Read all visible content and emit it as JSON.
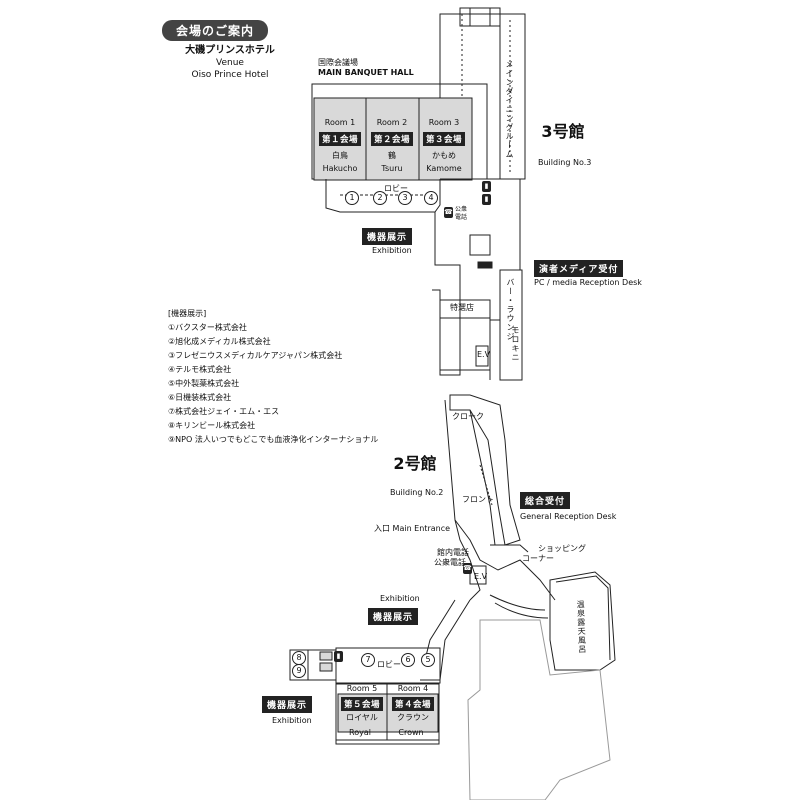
{
  "header": {
    "title": "会場のご案内"
  },
  "venue": {
    "name_jp": "大磯プリンスホテル",
    "name_en1": "Venue",
    "name_en2": "Oiso Prince Hotel"
  },
  "hall": {
    "jp": "国際会議場",
    "en": "MAIN BANQUET HALL"
  },
  "building3": {
    "label": "3号館",
    "en": "Building No.3",
    "dining": "メインダイニングルーム"
  },
  "building2": {
    "label": "2号館",
    "en": "Building No.2"
  },
  "rooms_upper": [
    {
      "room": "Room 1",
      "label": "第１会場",
      "jp": "白鳥",
      "en": "Hakucho"
    },
    {
      "room": "Room 2",
      "label": "第２会場",
      "jp": "鶴",
      "en": "Tsuru"
    },
    {
      "room": "Room 3",
      "label": "第３会場",
      "jp": "かもめ",
      "en": "Kamome"
    }
  ],
  "rooms_lower": [
    {
      "room": "Room 5",
      "label": "第５会場",
      "jp": "ロイヤル",
      "en": "Royal"
    },
    {
      "room": "Room 4",
      "label": "第４会場",
      "jp": "クラウン",
      "en": "Crown"
    }
  ],
  "lobby": "ロビー",
  "phone": {
    "jp1": "公衆",
    "jp2": "電話"
  },
  "phone2": {
    "jp1": "館内電話",
    "jp2": "公衆電話"
  },
  "exhibition": {
    "jp": "機器展示",
    "en": "Exhibition"
  },
  "media": {
    "jp": "演者メディア受付",
    "en": "PC / media Reception Desk"
  },
  "bar": "バー・ラウンジ",
  "morokini": "モロキニ",
  "shop": "特選店",
  "ev": "E.V",
  "cloak": "クローク",
  "front": "フロント",
  "general": {
    "jp": "総合受付",
    "en": "General Reception Desk"
  },
  "entrance": "入口 Main Entrance",
  "shopping": {
    "line1": "ショッピング",
    "line2": "コーナー"
  },
  "pool": "温泉露天風呂",
  "exhibitor_list": {
    "title": "[機器展示]",
    "items": [
      "①バクスター株式会社",
      "②旭化成メディカル株式会社",
      "③フレゼニウスメディカルケアジャパン株式会社",
      "④テルモ株式会社",
      "⑤中外製薬株式会社",
      "⑥日機装株式会社",
      "⑦株式会社ジェイ・エム・エス",
      "⑧キリンビール株式会社",
      "⑨NPO 法人いつでもどこでも血液浄化インターナショナル"
    ]
  },
  "booths": [
    "1",
    "2",
    "3",
    "4",
    "5",
    "6",
    "7",
    "8",
    "9"
  ],
  "colors": {
    "room_fill": "#d9d9d9",
    "line": "#222222",
    "label_bg": "#222222",
    "pill_bg": "#444444"
  }
}
